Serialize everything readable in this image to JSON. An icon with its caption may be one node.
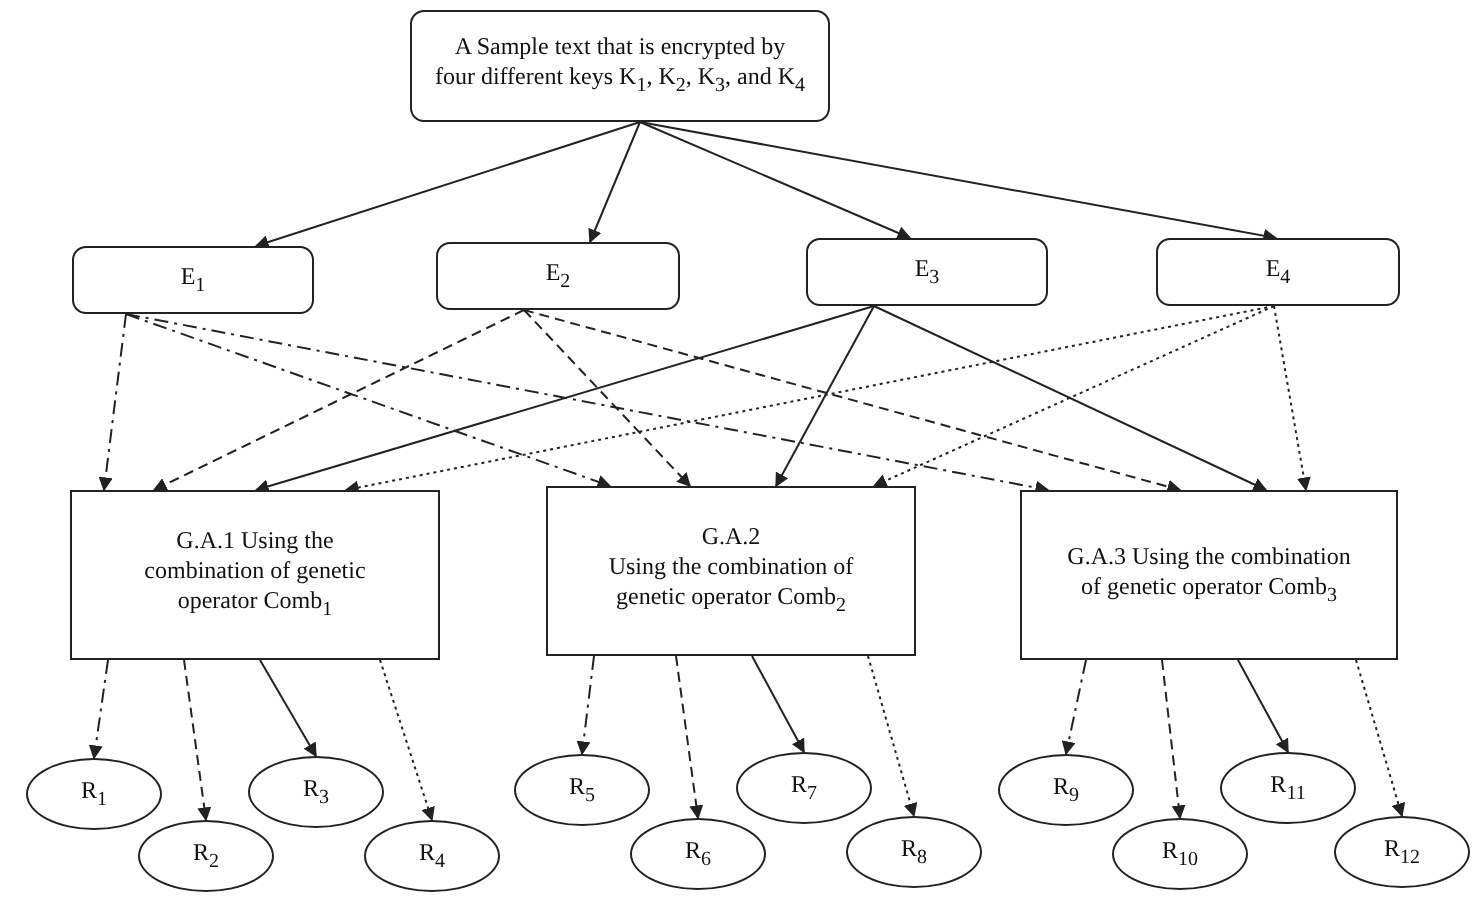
{
  "diagram": {
    "nodes": [
      {
        "text": [
          "A Sample text that is encrypted by four different keys K$_{1}$, K$_{2}$, K$_{3}$, and K$_{4}$"
        ]
      },
      {
        "text": [
          "E$_{1}$"
        ]
      },
      {
        "text": [
          "E$_{2}$"
        ]
      },
      {
        "text": [
          "E$_{3}$"
        ]
      },
      {
        "text": [
          "E$_{4}$"
        ]
      },
      {
        "text": [
          "G.A.1 Using the combination of genetic operator Comb$_{1}$"
        ]
      },
      {
        "text": [
          "G.A.2",
          "Using the combination of genetic operator Comb$_{2}$"
        ]
      },
      {
        "text": [
          "G.A.3 Using the combination of genetic operator Comb$_{3}$"
        ]
      },
      {
        "text": [
          "R$_{1}$"
        ]
      },
      {
        "text": [
          "R$_{2}$"
        ]
      },
      {
        "text": [
          "R$_{3}$"
        ]
      },
      {
        "text": [
          "R$_{4}$"
        ]
      },
      {
        "text": [
          "R$_{5}$"
        ]
      },
      {
        "text": [
          "R$_{6}$"
        ]
      },
      {
        "text": [
          "R$_{7}$"
        ]
      },
      {
        "text": [
          "R$_{8}$"
        ]
      },
      {
        "text": [
          "R$_{9}$"
        ]
      },
      {
        "text": [
          "R$_{10}$"
        ]
      },
      {
        "text": [
          "R$_{11}$"
        ]
      },
      {
        "text": [
          "R$_{12}$"
        ]
      }
    ],
    "edges": [
      {
        "from": 0,
        "to": 1,
        "arrow": "to"
      },
      {
        "from": 0,
        "to": 2,
        "arrow": "to"
      },
      {
        "from": 0,
        "to": 3,
        "arrow": "to"
      },
      {
        "from": 0,
        "to": 4,
        "arrow": "to"
      },
      {
        "from": 1,
        "to": 5,
        "arrow": "to",
        "style": "dashed"
      },
      {
        "from": 1,
        "to": 6,
        "arrow": "to",
        "style": "dashed"
      },
      {
        "from": 1,
        "to": 7,
        "arrow": "to",
        "style": "dashed"
      },
      {
        "from": 2,
        "to": 5,
        "arrow": "to",
        "style": "dashed"
      },
      {
        "from": 2,
        "to": 6,
        "arrow": "to",
        "style": "dashed"
      },
      {
        "from": 2,
        "to": 7,
        "arrow": "to",
        "style": "dashed"
      },
      {
        "from": 3,
        "to": 5,
        "arrow": "to"
      },
      {
        "from": 3,
        "to": 6,
        "arrow": "to"
      },
      {
        "from": 3,
        "to": 7,
        "arrow": "to"
      },
      {
        "from": 4,
        "to": 5,
        "arrow": "to",
        "style": "dashed"
      },
      {
        "from": 4,
        "to": 6,
        "arrow": "to",
        "style": "dashed"
      },
      {
        "from": 4,
        "to": 7,
        "arrow": "to",
        "style": "dashed"
      },
      {
        "from": 5,
        "to": 8,
        "arrow": "to",
        "style": "dashed"
      },
      {
        "from": 5,
        "to": 9,
        "arrow": "to",
        "style": "dashed"
      },
      {
        "from": 5,
        "to": 10,
        "arrow": "to"
      },
      {
        "from": 5,
        "to": 11,
        "arrow": "to",
        "style": "dashed"
      },
      {
        "from": 6,
        "to": 12,
        "arrow": "to",
        "style": "dashed"
      },
      {
        "from": 6,
        "to": 13,
        "arrow": "to",
        "style": "dashed"
      },
      {
        "from": 6,
        "to": 14,
        "arrow": "to"
      },
      {
        "from": 6,
        "to": 15,
        "arrow": "to",
        "style": "dashed"
      },
      {
        "from": 7,
        "to": 16,
        "arrow": "to",
        "style": "dashed"
      },
      {
        "from": 7,
        "to": 17,
        "arrow": "to",
        "style": "dashed"
      },
      {
        "from": 7,
        "to": 18,
        "arrow": "to"
      },
      {
        "from": 7,
        "to": 19,
        "arrow": "to",
        "style": "dashed"
      }
    ]
  }
}
